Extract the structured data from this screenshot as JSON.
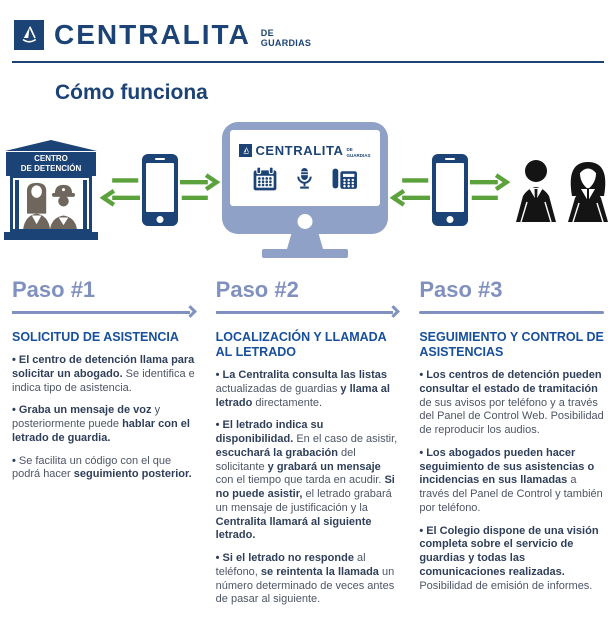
{
  "brand": {
    "wordmark": "CENTRALITA",
    "tagline": [
      "DE",
      "GUARDIAS"
    ]
  },
  "heading": "Cómo funciona",
  "diagram": {
    "detention_center": {
      "label": [
        "CENTRO",
        "DE DETENCIÓN"
      ]
    },
    "monitor": {
      "wordmark": "CENTRALITA",
      "tagline": [
        "DE",
        "GUARDIAS"
      ]
    }
  },
  "steps": [
    {
      "label": "Paso #1",
      "title": "SOLICITUD DE ASISTENCIA",
      "arrow_head": true,
      "bullets": [
        [
          {
            "t": "El centro de detención llama para solicitar un abogado.",
            "b": true
          },
          {
            "t": " Se identifica e indica tipo de asistencia.",
            "b": false
          }
        ],
        [
          {
            "t": "Graba un mensaje de voz",
            "b": true
          },
          {
            "t": " y posteriormente puede ",
            "b": false
          },
          {
            "t": "hablar con el letrado de guardia.",
            "b": true
          }
        ],
        [
          {
            "t": "Se facilita un código con el que podrá hacer ",
            "b": false
          },
          {
            "t": "seguimiento posterior.",
            "b": true
          }
        ]
      ]
    },
    {
      "label": "Paso #2",
      "title": "LOCALIZACIÓN Y LLAMADA AL LETRADO",
      "arrow_head": true,
      "bullets": [
        [
          {
            "t": "La Centralita consulta las listas",
            "b": true
          },
          {
            "t": " actualizadas de guardias ",
            "b": false
          },
          {
            "t": "y llama al letrado",
            "b": true
          },
          {
            "t": " directamente.",
            "b": false
          }
        ],
        [
          {
            "t": "El letrado indica su disponibilidad.",
            "b": true
          },
          {
            "t": " En el caso de asistir, ",
            "b": false
          },
          {
            "t": "escuchará la grabación",
            "b": true
          },
          {
            "t": " del solicitante ",
            "b": false
          },
          {
            "t": "y grabará un mensaje",
            "b": true
          },
          {
            "t": " con el tiempo que tarda en acudir. ",
            "b": false
          },
          {
            "t": "Si no puede asistir,",
            "b": true
          },
          {
            "t": " el letrado grabará un mensaje de justificación y la ",
            "b": false
          },
          {
            "t": "Centralita llamará al siguiente letrado.",
            "b": true
          }
        ],
        [
          {
            "t": "Si el letrado no responde",
            "b": true
          },
          {
            "t": " al teléfono, ",
            "b": false
          },
          {
            "t": "se reintenta la llamada",
            "b": true
          },
          {
            "t": " un número determinado de veces antes de pasar al siguiente.",
            "b": false
          }
        ]
      ]
    },
    {
      "label": "Paso #3",
      "title": "SEGUIMIENTO Y CONTROL DE ASISTENCIAS",
      "arrow_head": false,
      "bullets": [
        [
          {
            "t": "Los centros de detención pueden consultar el estado de tramitación",
            "b": true
          },
          {
            "t": " de sus avisos por teléfono y a través del Panel de Control Web. Posibilidad de reproducir los audios.",
            "b": false
          }
        ],
        [
          {
            "t": "Los abogados pueden hacer seguimiento de sus asistencias o incidencias en sus llamadas",
            "b": true
          },
          {
            "t": " a través del Panel de Control y también por teléfono.",
            "b": false
          }
        ],
        [
          {
            "t": "El Colegio dispone de una visión completa sobre el servicio de guardias y todas las comunicaciones realizadas.",
            "b": true
          },
          {
            "t": " Posibilidad de emisión de informes.",
            "b": false
          }
        ]
      ]
    }
  ],
  "colors": {
    "navy": "#1c4376",
    "step_label": "#8191bf",
    "step_title": "#174f9c",
    "text_regular": "#4d5565",
    "text_bold": "#2f3f59",
    "green": "#5ba23d",
    "monitor_frame": "#8fa1c7",
    "people_gray": "#6f675d",
    "silhouette": "#141414"
  }
}
